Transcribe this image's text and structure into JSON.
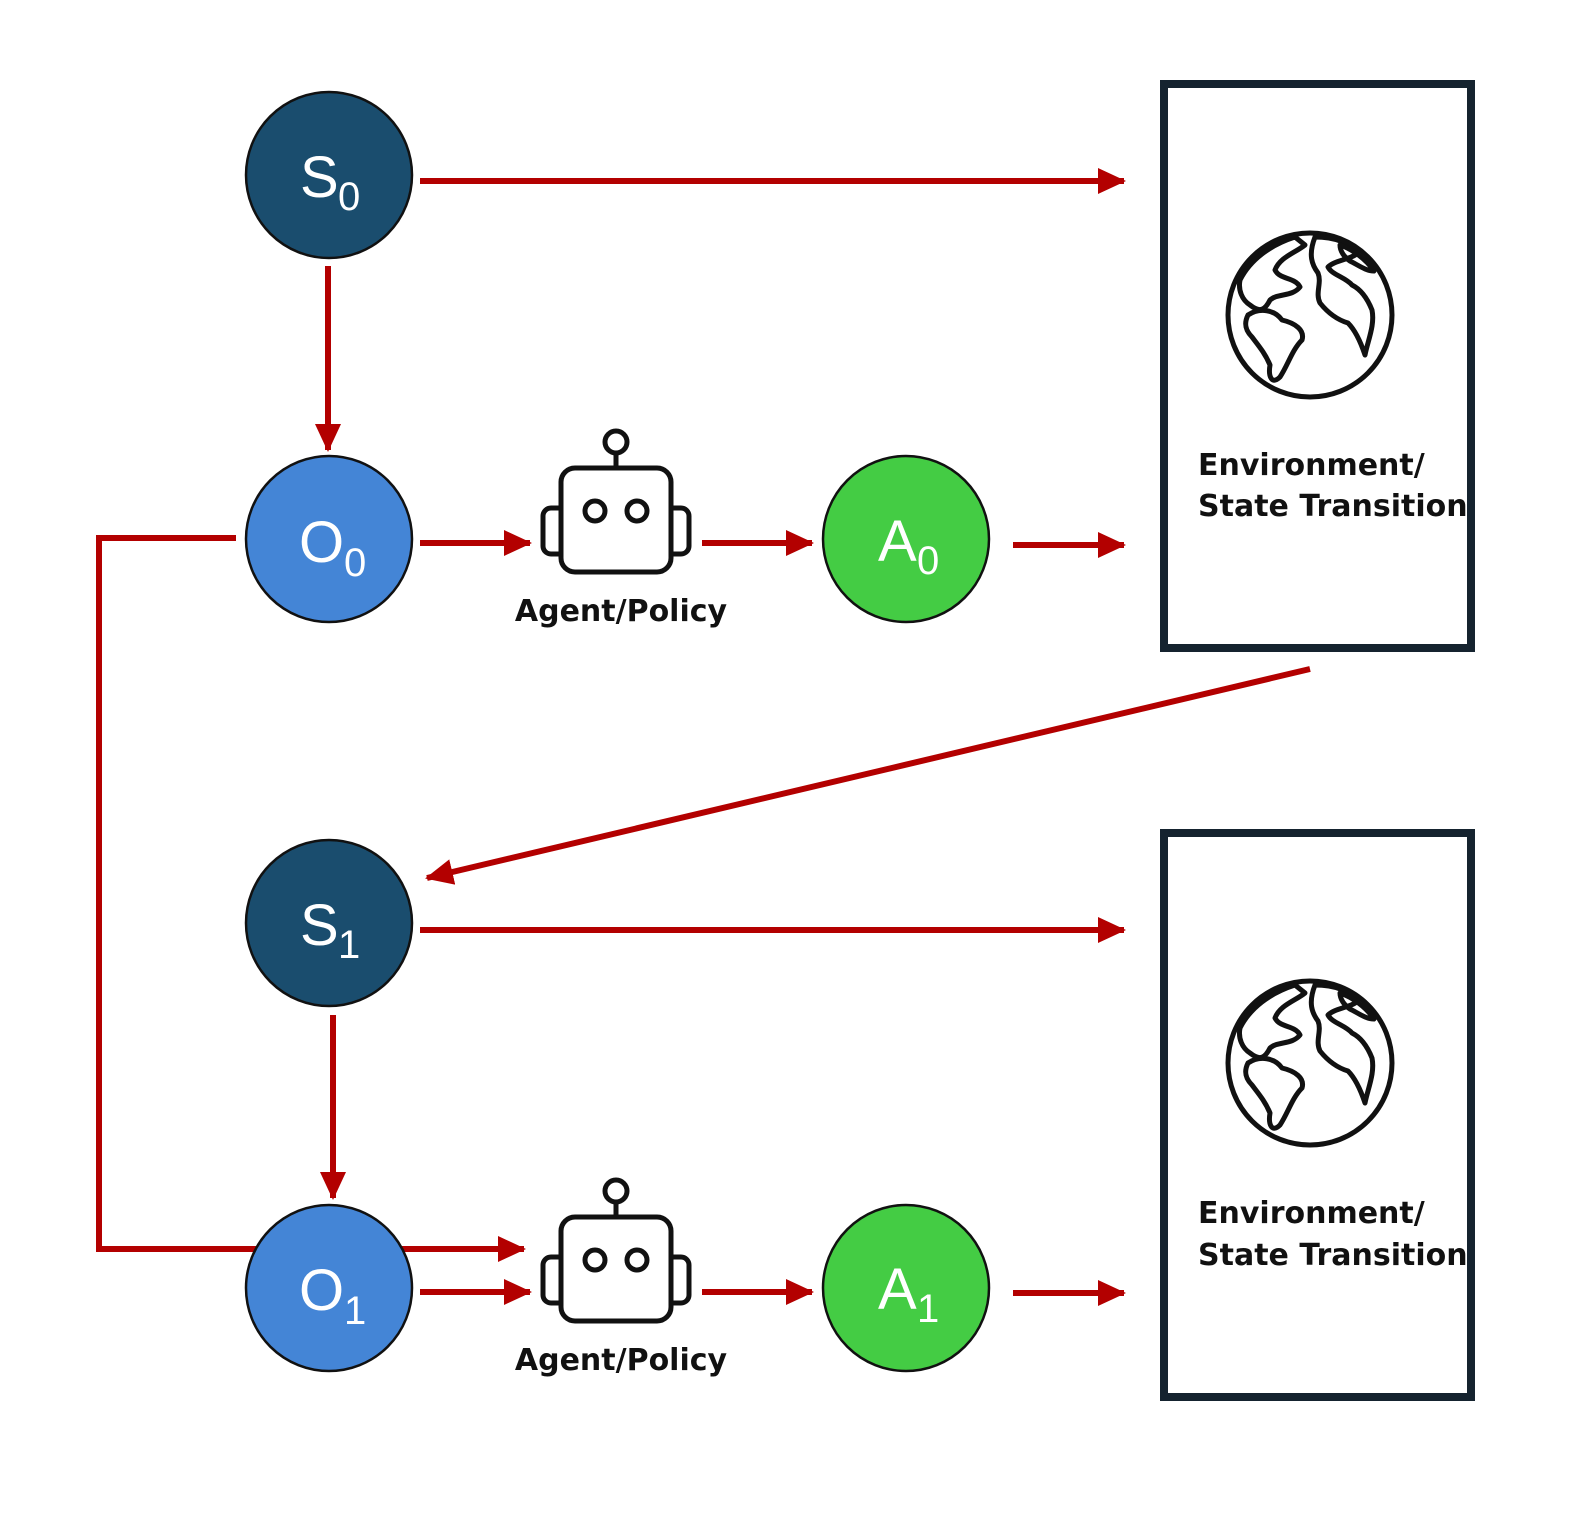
{
  "colors": {
    "state": "#1a4d6e",
    "observation": "#4485d6",
    "action": "#44cc44",
    "arrow": "#b30000",
    "box_border": "#15232f"
  },
  "nodes": {
    "s0": {
      "letter": "S",
      "sub": "0"
    },
    "o0": {
      "letter": "O",
      "sub": "0"
    },
    "a0": {
      "letter": "A",
      "sub": "0"
    },
    "s1": {
      "letter": "S",
      "sub": "1"
    },
    "o1": {
      "letter": "O",
      "sub": "1"
    },
    "a1": {
      "letter": "A",
      "sub": "1"
    }
  },
  "agents": [
    {
      "label": "Agent/Policy",
      "icon": "robot-icon"
    },
    {
      "label": "Agent/Policy",
      "icon": "robot-icon"
    }
  ],
  "environments": [
    {
      "line1": "Environment/",
      "line2": "State Transition",
      "icon": "globe-icon"
    },
    {
      "line1": "Environment/",
      "line2": "State Transition",
      "icon": "globe-icon"
    }
  ]
}
